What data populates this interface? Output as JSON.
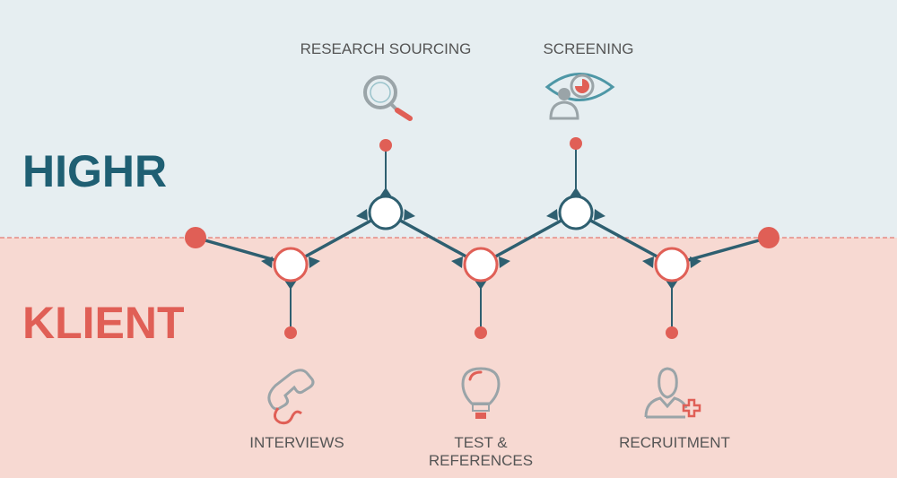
{
  "zones": {
    "top": {
      "label": "HIGHR",
      "color": "#1f5f73",
      "background": "#e6eef1"
    },
    "bottom": {
      "label": "KLIENT",
      "color": "#e05f56",
      "background": "#f7d9d2"
    }
  },
  "colors": {
    "line": "#2e5f70",
    "accent": "#e05f56",
    "icon_gray": "#9aa4a8",
    "icon_teal": "#4e97a6",
    "label_gray": "#555555"
  },
  "steps": {
    "research": {
      "label": "RESEARCH SOURCING",
      "icon": "magnifier-icon",
      "zone": "top"
    },
    "screening": {
      "label": "SCREENING",
      "icon": "eye-person-icon",
      "zone": "top"
    },
    "interviews": {
      "label": "INTERVIEWS",
      "icon": "phone-icon",
      "zone": "bottom"
    },
    "test": {
      "label_line1": "TEST &",
      "label_line2": "REFERENCES",
      "icon": "lightbulb-icon",
      "zone": "bottom"
    },
    "recruitment": {
      "label": "RECRUITMENT",
      "icon": "person-plus-icon",
      "zone": "bottom"
    }
  }
}
